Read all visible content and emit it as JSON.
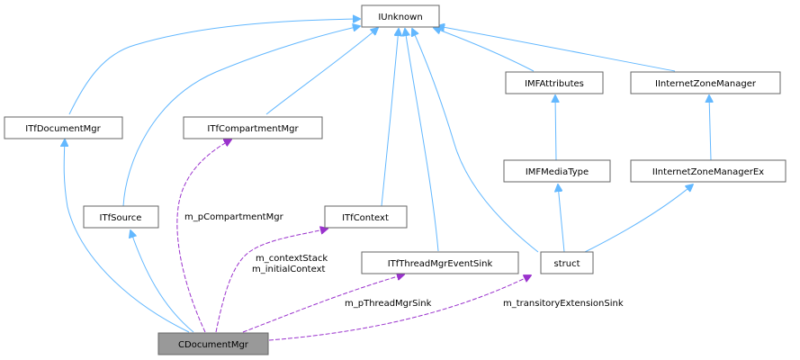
{
  "diagram": {
    "type": "collaboration-graph",
    "colors": {
      "inheritance_edge": "#63b8ff",
      "usage_edge": "#9a32cd",
      "node_border": "#666666",
      "focus_node_fill": "#999999"
    },
    "nodes": {
      "iunknown": "IUnknown",
      "itfdocumentmgr": "ITfDocumentMgr",
      "itfcompartmentmgr": "ITfCompartmentMgr",
      "imfattributes": "IMFAttributes",
      "iinternetzonemanager": "IInternetZoneManager",
      "imfmediatype": "IMFMediaType",
      "iinternetzonemanagerex": "IInternetZoneManagerEx",
      "itfsource": "ITfSource",
      "itfcontext": "ITfContext",
      "itfthreadmgreventsink": "ITfThreadMgrEventSink",
      "struct": "struct",
      "cdocumentmgr": "CDocumentMgr"
    },
    "edge_labels": {
      "compartment": "m_pCompartmentMgr",
      "context_1": "m_contextStack",
      "context_2": "m_initialContext",
      "threadmgr": "m_pThreadMgrSink",
      "transitory": "m_transitoryExtensionSink"
    }
  }
}
